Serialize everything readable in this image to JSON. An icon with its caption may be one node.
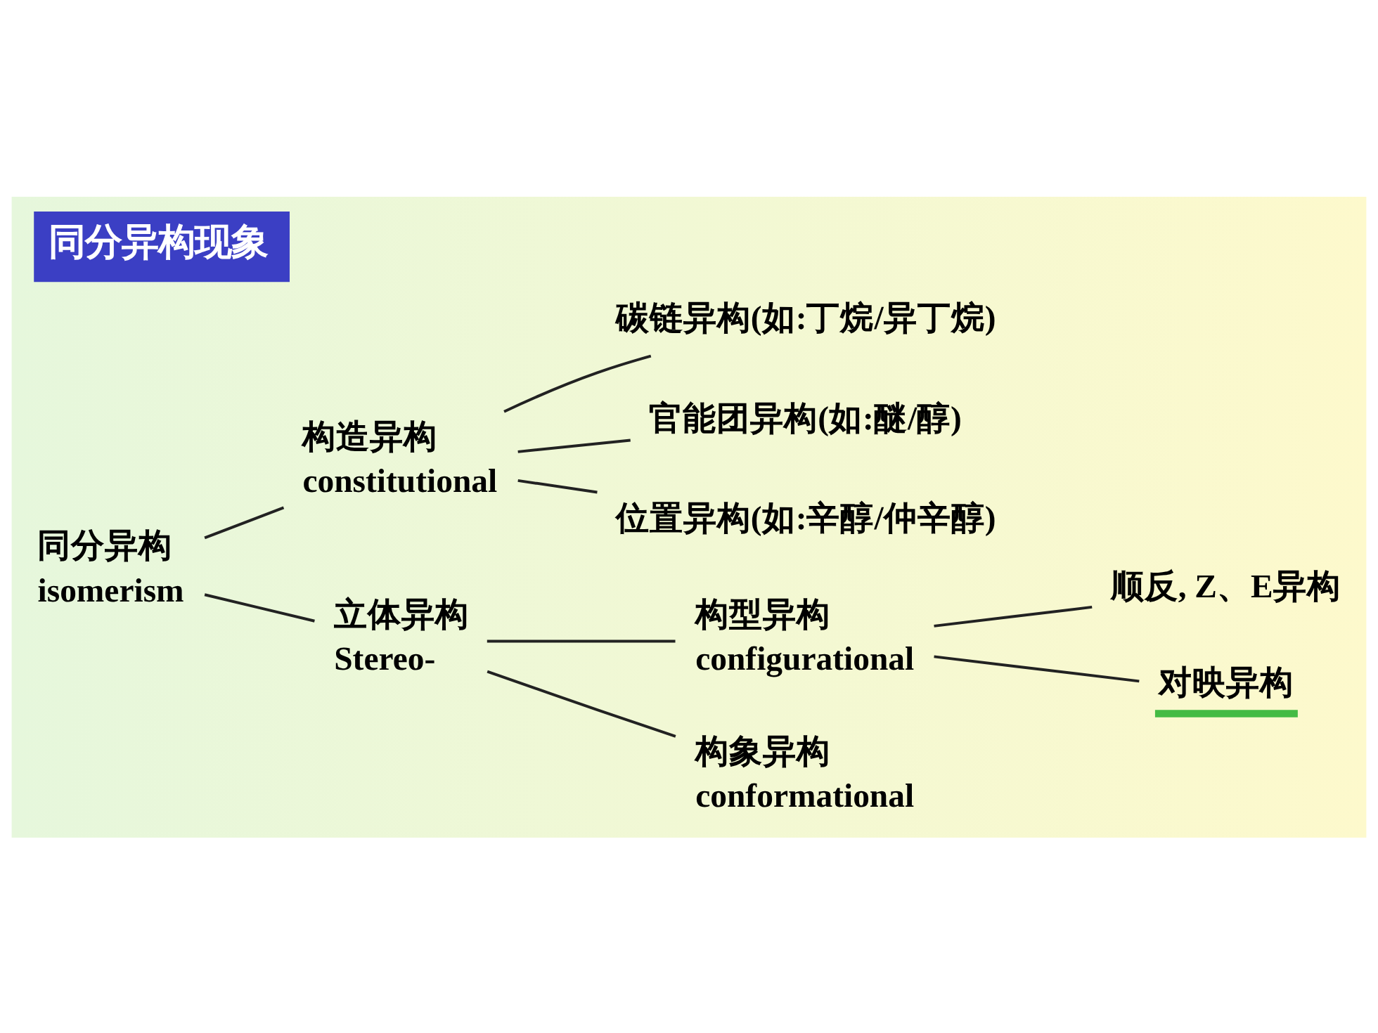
{
  "diagram": {
    "title": "同分异构现象",
    "nodes": [
      {
        "text": [
          "同分异构",
          "isomerism"
        ]
      },
      {
        "text": [
          "构造异构",
          "constitutional"
        ]
      },
      {
        "text": [
          "碳链异构(如:丁烷/异丁烷)"
        ]
      },
      {
        "text": [
          "官能团异构(如:醚/醇)"
        ]
      },
      {
        "text": [
          "位置异构(如:辛醇/仲辛醇)"
        ]
      },
      {
        "text": [
          "立体异构",
          "Stereo-"
        ]
      },
      {
        "text": [
          "构型异构",
          "configurational"
        ]
      },
      {
        "text": [
          "顺反, Z、E异构"
        ]
      },
      {
        "text": [
          "对映异构"
        ]
      },
      {
        "text": [
          "构象异构",
          "conformational"
        ]
      }
    ],
    "edges": [
      {
        "from": 0,
        "to": 1,
        "arrow": "none"
      },
      {
        "from": 0,
        "to": 5,
        "arrow": "none"
      },
      {
        "from": 1,
        "to": 2,
        "arrow": "none"
      },
      {
        "from": 1,
        "to": 3,
        "arrow": "none"
      },
      {
        "from": 1,
        "to": 4,
        "arrow": "none"
      },
      {
        "from": 5,
        "to": 6,
        "arrow": "none"
      },
      {
        "from": 5,
        "to": 9,
        "arrow": "none"
      },
      {
        "from": 6,
        "to": 7,
        "arrow": "none"
      },
      {
        "from": 6,
        "to": 8,
        "arrow": "none"
      }
    ]
  }
}
